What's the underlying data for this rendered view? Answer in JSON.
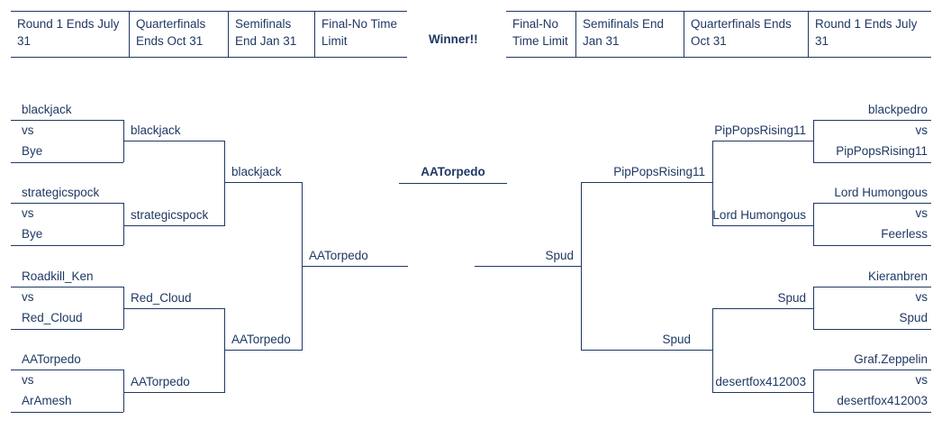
{
  "headers": {
    "left": [
      "Round 1 Ends July 31",
      "Quarterfinals Ends Oct 31",
      "Semifinals End Jan 31",
      "Final-No Time Limit"
    ],
    "right": [
      "Final-No Time Limit",
      "Semifinals End Jan 31",
      "Quarterfinals Ends Oct 31",
      "Round 1 Ends July 31"
    ]
  },
  "winner_caption": "Winner!!",
  "champion": "AATorpedo",
  "left": {
    "round1": [
      {
        "top": "blackjack",
        "vs": "vs",
        "bottom": "Bye"
      },
      {
        "top": "strategicspock",
        "vs": "vs",
        "bottom": "Bye"
      },
      {
        "top": "Roadkill_Ken",
        "vs": "vs",
        "bottom": "Red_Cloud"
      },
      {
        "top": "AATorpedo",
        "vs": "vs",
        "bottom": "ArAmesh"
      }
    ],
    "quarterfinals": [
      "blackjack",
      "strategicspock",
      "Red_Cloud",
      "AATorpedo"
    ],
    "semifinals": [
      "blackjack",
      "AATorpedo"
    ],
    "final": "AATorpedo"
  },
  "right": {
    "round1": [
      {
        "top": "blackpedro",
        "vs": "vs",
        "bottom": "PipPopsRising11"
      },
      {
        "top": "Lord Humongous",
        "vs": "vs",
        "bottom": "Feerless"
      },
      {
        "top": "Kieranbren",
        "vs": "vs",
        "bottom": "Spud"
      },
      {
        "top": "Graf.Zeppelin",
        "vs": "vs",
        "bottom": "desertfox412003"
      }
    ],
    "quarterfinals": [
      "PipPopsRising11",
      "Lord Humongous",
      "Spud",
      "desertfox412003"
    ],
    "semifinals": [
      "PipPopsRising11",
      "Spud"
    ],
    "final": "Spud"
  },
  "colors": {
    "ink": "#1F3864",
    "background": "#FFFFFF"
  }
}
